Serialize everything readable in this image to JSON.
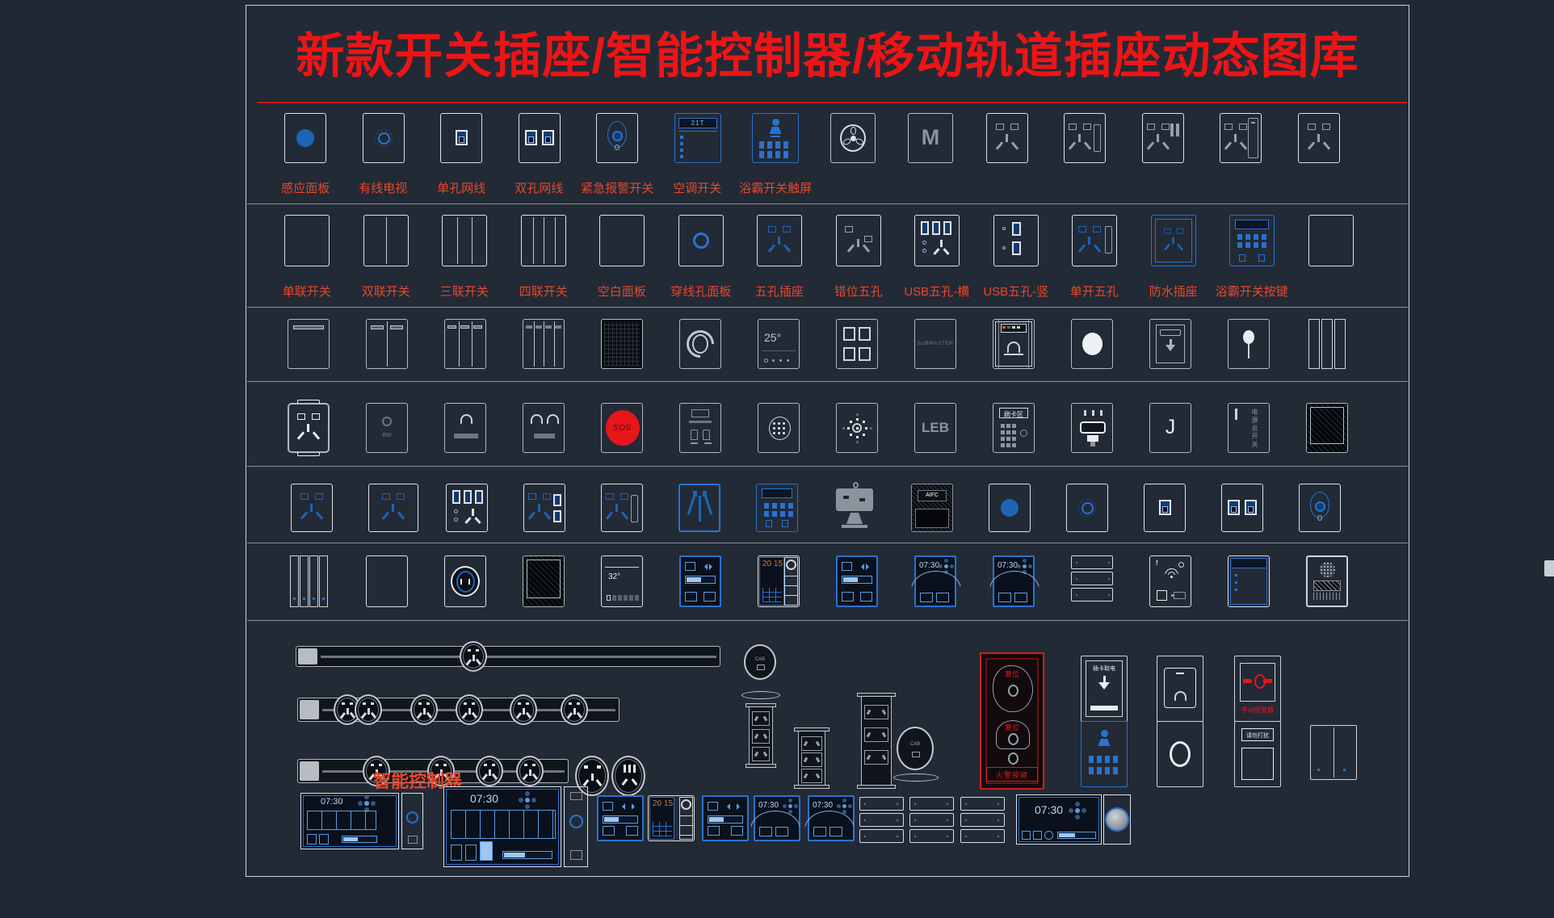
{
  "title": "新款开关插座/智能控制器/移动轨道插座动态图库",
  "colors": {
    "background": "#212a36",
    "frame": "#cfd4da",
    "title_red": "#ee1416",
    "label_red": "#e8472b",
    "cad_blue": "#2a72cf",
    "cad_gray": "#9aa0a8",
    "alarm_red": "#e8151b"
  },
  "rows": [
    {
      "items": [
        {
          "name": "sensor-panel",
          "kind": "dot-blue",
          "label": "感应面板"
        },
        {
          "name": "cable-tv-socket",
          "kind": "ring-blue",
          "label": "有线电视"
        },
        {
          "name": "network-socket-single",
          "kind": "port1",
          "label": "单孔网线"
        },
        {
          "name": "network-socket-double",
          "kind": "port2",
          "label": "双孔网线"
        },
        {
          "name": "emergency-alarm-switch",
          "kind": "alarm-oval",
          "label": "紧急报警开关"
        },
        {
          "name": "ac-switch-panel",
          "kind": "ac-panel",
          "label": "空调开关",
          "text": "21T"
        },
        {
          "name": "bath-heater-touch-panel",
          "kind": "bath-panel",
          "label": "浴霸开关触屏"
        },
        {
          "name": "fan-timer-switch",
          "kind": "fan-circle"
        },
        {
          "name": "motor-switch",
          "kind": "letter-m",
          "text": "M"
        },
        {
          "name": "socket-5hole",
          "kind": "socket5"
        },
        {
          "name": "socket-5hole-switch",
          "kind": "socket5-sw"
        },
        {
          "name": "socket-5hole-double-switch",
          "kind": "socket5-sw2"
        },
        {
          "name": "socket-5hole-tall-switch",
          "kind": "socket5-swtall"
        },
        {
          "name": "socket-5hole-plain",
          "kind": "socket5"
        }
      ]
    },
    {
      "items": [
        {
          "name": "switch-1gang",
          "kind": "blank",
          "label": "单联开关"
        },
        {
          "name": "switch-2gang",
          "kind": "gang2",
          "label": "双联开关"
        },
        {
          "name": "switch-3gang",
          "kind": "gang3",
          "label": "三联开关"
        },
        {
          "name": "switch-4gang",
          "kind": "gang4",
          "label": "四联开关"
        },
        {
          "name": "blank-panel",
          "kind": "blank",
          "label": "空白面板"
        },
        {
          "name": "cable-hole-panel",
          "kind": "ring-hole",
          "label": "穿线孔面板"
        },
        {
          "name": "socket-5hole-panel",
          "kind": "socket5b",
          "label": "五孔插座"
        },
        {
          "name": "offset-5hole-socket",
          "kind": "socket5-offset",
          "label": "错位五孔"
        },
        {
          "name": "usb-5hole-horizontal",
          "kind": "usb-h",
          "label": "USB五孔-横"
        },
        {
          "name": "usb-5hole-vertical",
          "kind": "usb-v",
          "label": "USB五孔-竖"
        },
        {
          "name": "switch-5hole-socket",
          "kind": "socket5-swb",
          "label": "单开五孔"
        },
        {
          "name": "waterproof-socket",
          "kind": "waterproof",
          "label": "防水插座"
        },
        {
          "name": "bath-heater-key-panel",
          "kind": "keypad-blue",
          "label": "浴霸开关按键"
        },
        {
          "name": "blank-panel-2",
          "kind": "blank"
        }
      ]
    },
    {
      "items": [
        {
          "name": "rocker-switch-1g",
          "kind": "gang1-bar"
        },
        {
          "name": "rocker-switch-2g",
          "kind": "gang2-bar"
        },
        {
          "name": "rocker-switch-3g",
          "kind": "gang3-bar"
        },
        {
          "name": "rocker-switch-4g",
          "kind": "gang4-bar"
        },
        {
          "name": "vent-grille-panel",
          "kind": "weave"
        },
        {
          "name": "dimmer-knob",
          "kind": "knob"
        },
        {
          "name": "thermostat-panel",
          "kind": "thermo",
          "text": "25°"
        },
        {
          "name": "scene-4key-panel",
          "kind": "windows4"
        },
        {
          "name": "submaster-panel",
          "kind": "submaster",
          "text": "SUBMASTER"
        },
        {
          "name": "doorbell-panel",
          "kind": "bell-frame"
        },
        {
          "name": "round-button-panel",
          "kind": "white-circle"
        },
        {
          "name": "card-power-switch",
          "kind": "card-insert"
        },
        {
          "name": "pull-cord-switch",
          "kind": "pin-toggle"
        },
        {
          "name": "vertical-3gang-switch",
          "kind": "gang3-vert"
        }
      ]
    },
    {
      "items": [
        {
          "name": "surface-mount-socket",
          "kind": "socket5-bold"
        },
        {
          "name": "bw-control-panel",
          "kind": "small-ctl",
          "text": "BW"
        },
        {
          "name": "doorbell-bar-panel",
          "kind": "bell-bar"
        },
        {
          "name": "double-bell-panel",
          "kind": "bell2-bar"
        },
        {
          "name": "sos-button",
          "kind": "sos",
          "text": "SOS"
        },
        {
          "name": "service-panel",
          "kind": "icons-panel"
        },
        {
          "name": "speaker-grille-panel",
          "kind": "dot-circle"
        },
        {
          "name": "light-burst-panel",
          "kind": "starburst"
        },
        {
          "name": "leb-panel",
          "kind": "leb",
          "text": "LEB"
        },
        {
          "name": "card-reader-panel",
          "kind": "card-keypad",
          "text": "刷卡区"
        },
        {
          "name": "vga-outlet",
          "kind": "vga"
        },
        {
          "name": "j-marker-panel",
          "kind": "letter-j",
          "text": "J"
        },
        {
          "name": "main-power-switch",
          "kind": "vtext",
          "text": "电源总开关"
        },
        {
          "name": "mirror-hatch-panel",
          "kind": "hatch-dark"
        }
      ]
    },
    {
      "items": [
        {
          "name": "socket-5hole-blue",
          "kind": "socket5b"
        },
        {
          "name": "socket-5hole-blue-wide",
          "kind": "socket5b-wide"
        },
        {
          "name": "usb3-socket",
          "kind": "usb-h"
        },
        {
          "name": "socket-with-usb",
          "kind": "socket-usb2"
        },
        {
          "name": "switch-socket-blue",
          "kind": "socket5-swb"
        },
        {
          "name": "tv-terminal-blue",
          "kind": "blue-v"
        },
        {
          "name": "keypad-panel-blue",
          "kind": "keypad-blue"
        },
        {
          "name": "tv-stand-figure",
          "kind": "robot"
        },
        {
          "name": "afc-hatch-panel",
          "kind": "hatch-label",
          "text": "AIFC"
        },
        {
          "name": "sensor-dot-panel",
          "kind": "dot-blue"
        },
        {
          "name": "cable-tv-socket-2",
          "kind": "ring-blue"
        },
        {
          "name": "network-socket-single-2",
          "kind": "port1"
        },
        {
          "name": "network-socket-double-2",
          "kind": "port2"
        },
        {
          "name": "emergency-alarm-2",
          "kind": "alarm-oval"
        }
      ]
    },
    {
      "items": [
        {
          "name": "vertical-4gang-switch",
          "kind": "gang4-vert"
        },
        {
          "name": "blank-panel-3",
          "kind": "blank"
        },
        {
          "name": "round-socket-panel",
          "kind": "round-socket"
        },
        {
          "name": "mirror-hatch-panel-2",
          "kind": "hatch-dark"
        },
        {
          "name": "temp-display-panel",
          "kind": "text-bars",
          "text": "32°"
        },
        {
          "name": "smart-ctrl-panel-1",
          "kind": "ctl-knob"
        },
        {
          "name": "display-circle-panel",
          "kind": "ctl-circcol",
          "text": "20 15"
        },
        {
          "name": "smart-ctrl-panel-2",
          "kind": "ctl-knob"
        },
        {
          "name": "clock-ctrl-panel-1",
          "kind": "clock-panel",
          "text": "07:30"
        },
        {
          "name": "clock-ctrl-panel-2",
          "kind": "clock-panel",
          "text": "07:30"
        },
        {
          "name": "triple-stack-panel",
          "kind": "stack3"
        },
        {
          "name": "wifi-ctrl-panel",
          "kind": "wifi-ctl",
          "text": "f"
        },
        {
          "name": "door-station-panel",
          "kind": "tall-blue"
        },
        {
          "name": "intercom-panel",
          "kind": "speaker-hatch"
        }
      ]
    }
  ],
  "bottom": {
    "section_label": "智能控制器",
    "tracks": [
      {
        "name": "track-socket-1",
        "outlets": 1
      },
      {
        "name": "track-socket-2",
        "outlets": 6
      },
      {
        "name": "track-socket-3",
        "outlets": 4
      }
    ],
    "connectors": {
      "cab_top": "CAB",
      "cab_side": "CAB"
    },
    "fire_panel": {
      "reset_top": "复位",
      "reset_mid": "复位",
      "button_label": "火警按键"
    },
    "panels": {
      "card_power": "插卡取电",
      "manual_alarm": "手动报警器",
      "dnd": "请勿打扰"
    },
    "controllers": {
      "a_clock": "07:30",
      "b_clock": "07:30",
      "mini_display": "20 15",
      "clock_f": "07:30",
      "clock_g": "07:30",
      "wide_clock": "07:30"
    }
  }
}
